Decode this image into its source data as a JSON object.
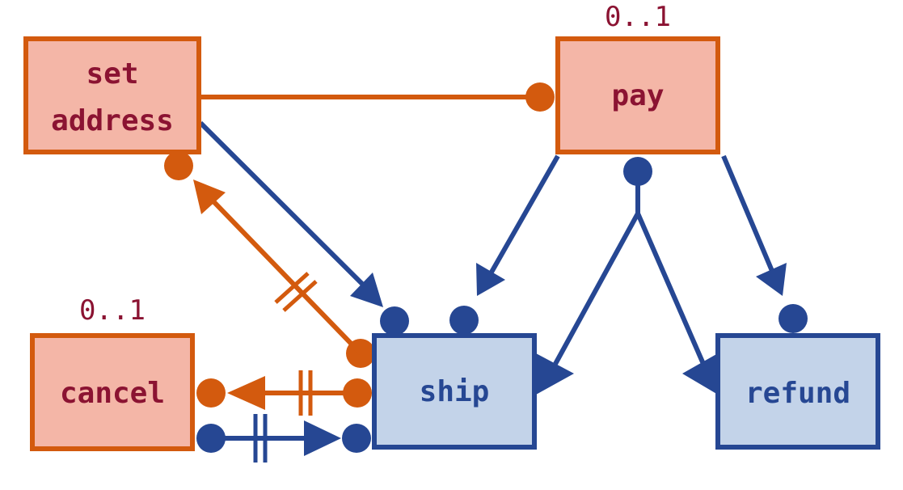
{
  "colors": {
    "orange_stroke": "#d35a0e",
    "orange_fill": "#f4b6a7",
    "orange_text": "#8b1332",
    "blue_stroke": "#264793",
    "blue_fill": "#c3d3e9",
    "blue_text": "#264793"
  },
  "nodes": {
    "set_address": {
      "line1": "set",
      "line2": "address",
      "kind": "orange"
    },
    "pay": {
      "label": "pay",
      "kind": "orange",
      "multiplicity": "0..1"
    },
    "cancel": {
      "label": "cancel",
      "kind": "orange",
      "multiplicity": "0..1"
    },
    "ship": {
      "label": "ship",
      "kind": "blue"
    },
    "refund": {
      "label": "refund",
      "kind": "blue"
    }
  },
  "edges": [
    {
      "from": "set address",
      "to": "pay",
      "color": "orange",
      "end": "dot"
    },
    {
      "from": "set address",
      "to": "ship",
      "color": "blue",
      "end": "arrow+dot"
    },
    {
      "from": "ship",
      "to": "set address",
      "color": "orange",
      "end": "arrow+dot",
      "mark": "double-bar"
    },
    {
      "from": "pay",
      "to": "ship",
      "color": "blue",
      "end": "arrow+dot"
    },
    {
      "from": "pay",
      "to": "refund",
      "color": "blue",
      "end": "arrow+dot"
    },
    {
      "from": "pay",
      "to": "ship, refund",
      "color": "blue",
      "start": "dot",
      "branch": true
    },
    {
      "from": "ship",
      "to": "cancel",
      "color": "orange",
      "end": "arrow+dot",
      "mark": "double-bar"
    },
    {
      "from": "cancel",
      "to": "ship",
      "color": "blue",
      "end": "arrow+dot",
      "mark": "double-bar"
    }
  ]
}
